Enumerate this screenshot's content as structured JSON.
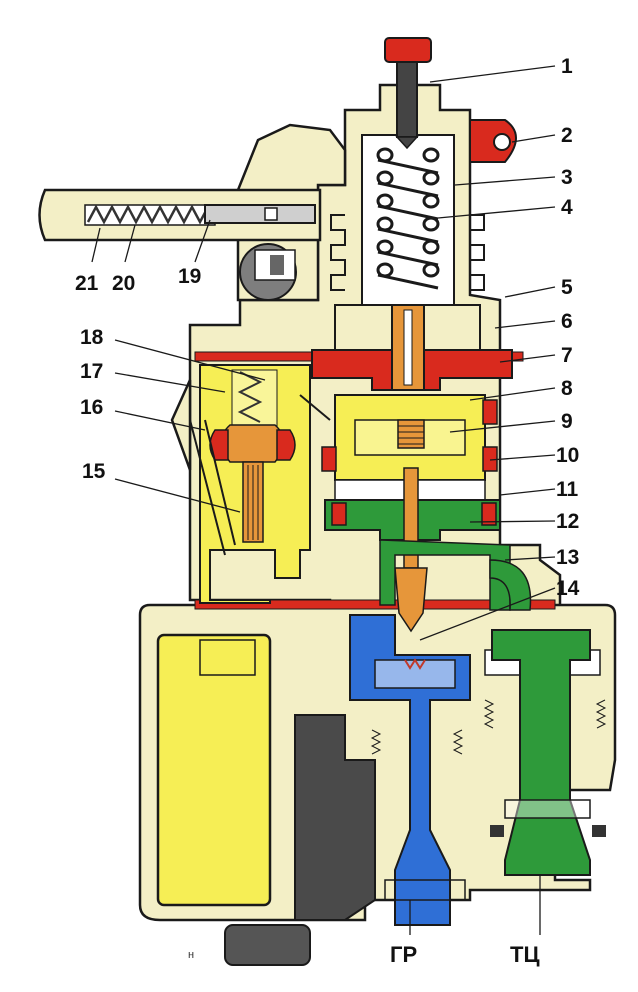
{
  "colors": {
    "body": "#F3EFC6",
    "yellow": "#F6EE55",
    "red": "#D92A1E",
    "blue": "#2F6FD6",
    "green": "#2E9A3A",
    "orange": "#E6963A",
    "dark": "#333333",
    "line": "#1A1A1A"
  },
  "callouts": [
    {
      "id": "c1",
      "text": "1"
    },
    {
      "id": "c2",
      "text": "2"
    },
    {
      "id": "c3",
      "text": "3"
    },
    {
      "id": "c4",
      "text": "4"
    },
    {
      "id": "c5",
      "text": "5"
    },
    {
      "id": "c6",
      "text": "6"
    },
    {
      "id": "c7",
      "text": "7"
    },
    {
      "id": "c8",
      "text": "8"
    },
    {
      "id": "c9",
      "text": "9"
    },
    {
      "id": "c10",
      "text": "10"
    },
    {
      "id": "c11",
      "text": "11"
    },
    {
      "id": "c12",
      "text": "12"
    },
    {
      "id": "c13",
      "text": "13"
    },
    {
      "id": "c14",
      "text": "14"
    },
    {
      "id": "c15",
      "text": "15"
    },
    {
      "id": "c16",
      "text": "16"
    },
    {
      "id": "c17",
      "text": "17"
    },
    {
      "id": "c18",
      "text": "18"
    },
    {
      "id": "c19",
      "text": "19"
    },
    {
      "id": "c20",
      "text": "20"
    },
    {
      "id": "c21",
      "text": "21"
    }
  ],
  "ports": {
    "gr": "ГР",
    "tc": "ТЦ",
    "small": "н"
  }
}
